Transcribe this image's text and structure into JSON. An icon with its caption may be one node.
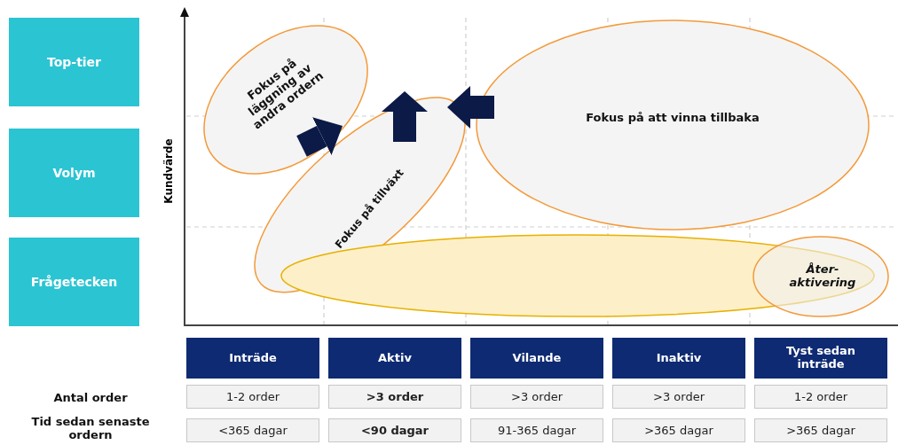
{
  "diagram": {
    "nodes": [
      {
        "text": [
          "Top-tier"
        ]
      },
      {
        "text": [
          "Volym"
        ]
      },
      {
        "text": [
          "Frågetecken"
        ]
      },
      {
        "text": [
          "Fokus på läggning av andra ordern"
        ]
      },
      {
        "text": [
          "Fokus på tillväxt"
        ]
      },
      {
        "text": [
          "Fokus på att vinna tillbaka"
        ]
      },
      {
        "text": [],
        "shape": "ellipse"
      },
      {
        "text": [
          "Åter-aktivering"
        ]
      },
      {
        "text": [
          "Inträde"
        ]
      },
      {
        "text": [
          "Aktiv"
        ]
      },
      {
        "text": [
          "Vilande"
        ]
      },
      {
        "text": [
          "Inaktiv"
        ]
      },
      {
        "text": [
          "Tyst sedan inträde"
        ]
      }
    ],
    "edges": [
      {
        "from": 3,
        "to": 4,
        "arrow": "to"
      },
      {
        "from": 5,
        "to": 4,
        "arrow": "to"
      }
    ],
    "labels": [
      "Kundvärde",
      "Antal order",
      "1-2 order",
      ">3 order",
      ">3 order",
      ">3 order",
      "1-2 order",
      "Tid sedan senaste ordern",
      "<365 dagar",
      "<90 dagar",
      "91-365 dagar",
      ">365 dagar",
      ">365 dagar"
    ]
  }
}
